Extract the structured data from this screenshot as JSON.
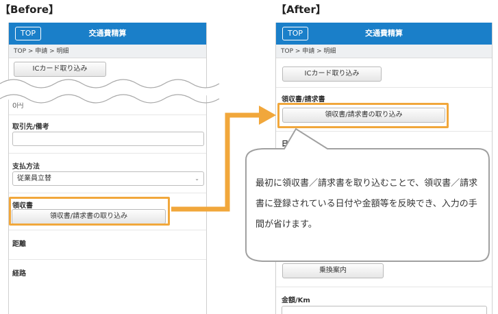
{
  "labels": {
    "before": "【Before】",
    "after": "【After】"
  },
  "app": {
    "top_button": "TOP",
    "title": "交通費精算"
  },
  "breadcrumb": "TOP > 申請 > 明細",
  "before": {
    "ic_button": "ICカード取り込み",
    "partial_value": "0円",
    "partner_label": "取引先/備考",
    "payment_label": "支払方法",
    "payment_value": "従業員立替",
    "receipt_label": "領収書",
    "receipt_button": "領収書/請求書の取り込み",
    "distance_label": "距離",
    "route_label": "経路"
  },
  "after": {
    "ic_button": "ICカード取り込み",
    "receipt_label": "領収書/請求書",
    "receipt_button": "領収書/請求書の取り込み",
    "partial_label": "日付",
    "transit_button": "乗換案内",
    "amount_label": "金額/Km"
  },
  "callout": {
    "text": "最初に領収書／請求書を取り込むことで、領収書／請求書に登録されている日付や金額等を反映でき、入力の手間が省けます。"
  },
  "colors": {
    "header": "#1a7fc9",
    "highlight": "#f1a73b"
  },
  "icons": {
    "select_chevron": "chevron-down-icon"
  }
}
